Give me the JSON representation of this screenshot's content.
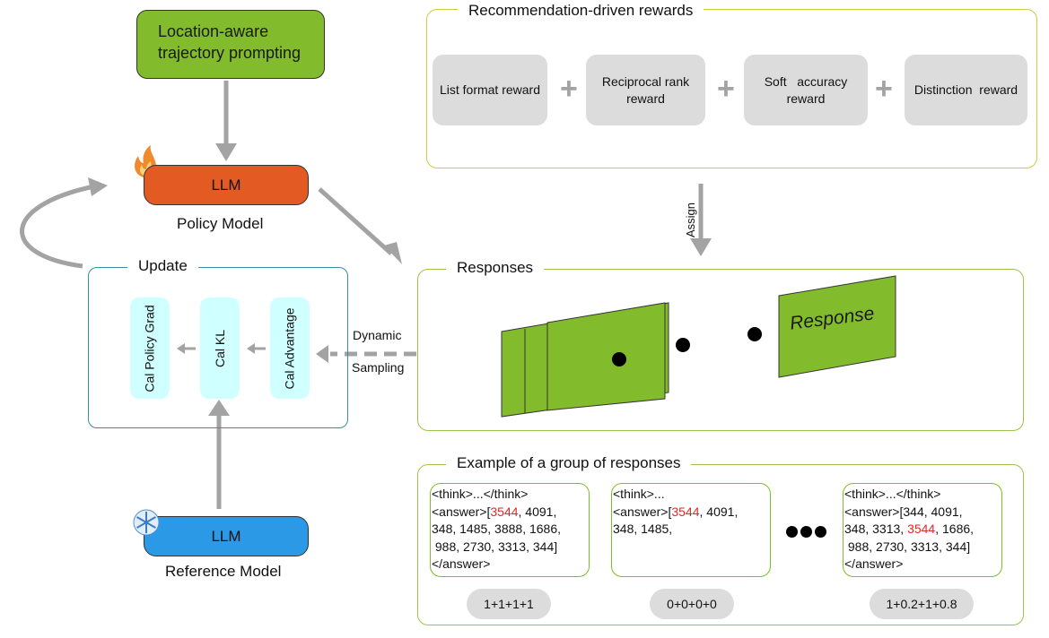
{
  "prompt": {
    "line1": "Location-aware",
    "line2": "trajectory prompting"
  },
  "policy": {
    "llm_label": "LLM",
    "caption": "Policy Model"
  },
  "reference": {
    "llm_label": "LLM",
    "caption": "Reference Model"
  },
  "update": {
    "title": "Update",
    "steps": [
      "Cal  Policy Grad",
      "Cal  KL",
      "Cal  Advantage"
    ]
  },
  "dynamic_sampling": {
    "line1": "Dynamic",
    "line2": "Sampling"
  },
  "rewards": {
    "title": "Recommendation-driven rewards",
    "items": [
      {
        "line1": "List format reward",
        "line2": ""
      },
      {
        "line1": "Reciprocal rank",
        "line2": "reward"
      },
      {
        "line1": "Soft   accuracy",
        "line2": "reward"
      },
      {
        "line1": "Distinction  reward",
        "line2": ""
      }
    ],
    "operator": "+",
    "assign_label": "Assign"
  },
  "responses": {
    "title": "Responses",
    "card_label": "Response"
  },
  "examples": {
    "title": "Example of a group of responses",
    "highlight_color": "#e8251f",
    "cards": [
      {
        "think": "<think>...</think>",
        "answer_open": "<answer>[",
        "highlight": "3544",
        "rest": ", 4091,\n348, 1485, 3888, 1686,\n 988, 2730, 3313, 344]\n</answer>",
        "score": "1+1+1+1"
      },
      {
        "think": "<think>...",
        "answer_open": "<answer>[",
        "highlight": "3544",
        "rest": ", 4091,\n348, 1485,",
        "score": "0+0+0+0"
      },
      {
        "think": "<think>...</think>",
        "answer_open": "<answer>[344, 4091,\n348, 3313, ",
        "highlight": "3544",
        "rest": ", 1686,\n 988, 2730, 3313, 344]\n</answer>",
        "score": "1+0.2+1+0.8"
      }
    ]
  },
  "colors": {
    "prompt": "#82bc2c",
    "policy_llm": "#e35a22",
    "reference_llm": "#2b99e6",
    "response_green": "#82bc2c",
    "cal_pill": "#cfffff",
    "reward_box": "#dcdcdc",
    "arrow": "#a3a3a3"
  },
  "icons": {
    "policy": "flame-icon",
    "reference": "snowflake-icon"
  }
}
